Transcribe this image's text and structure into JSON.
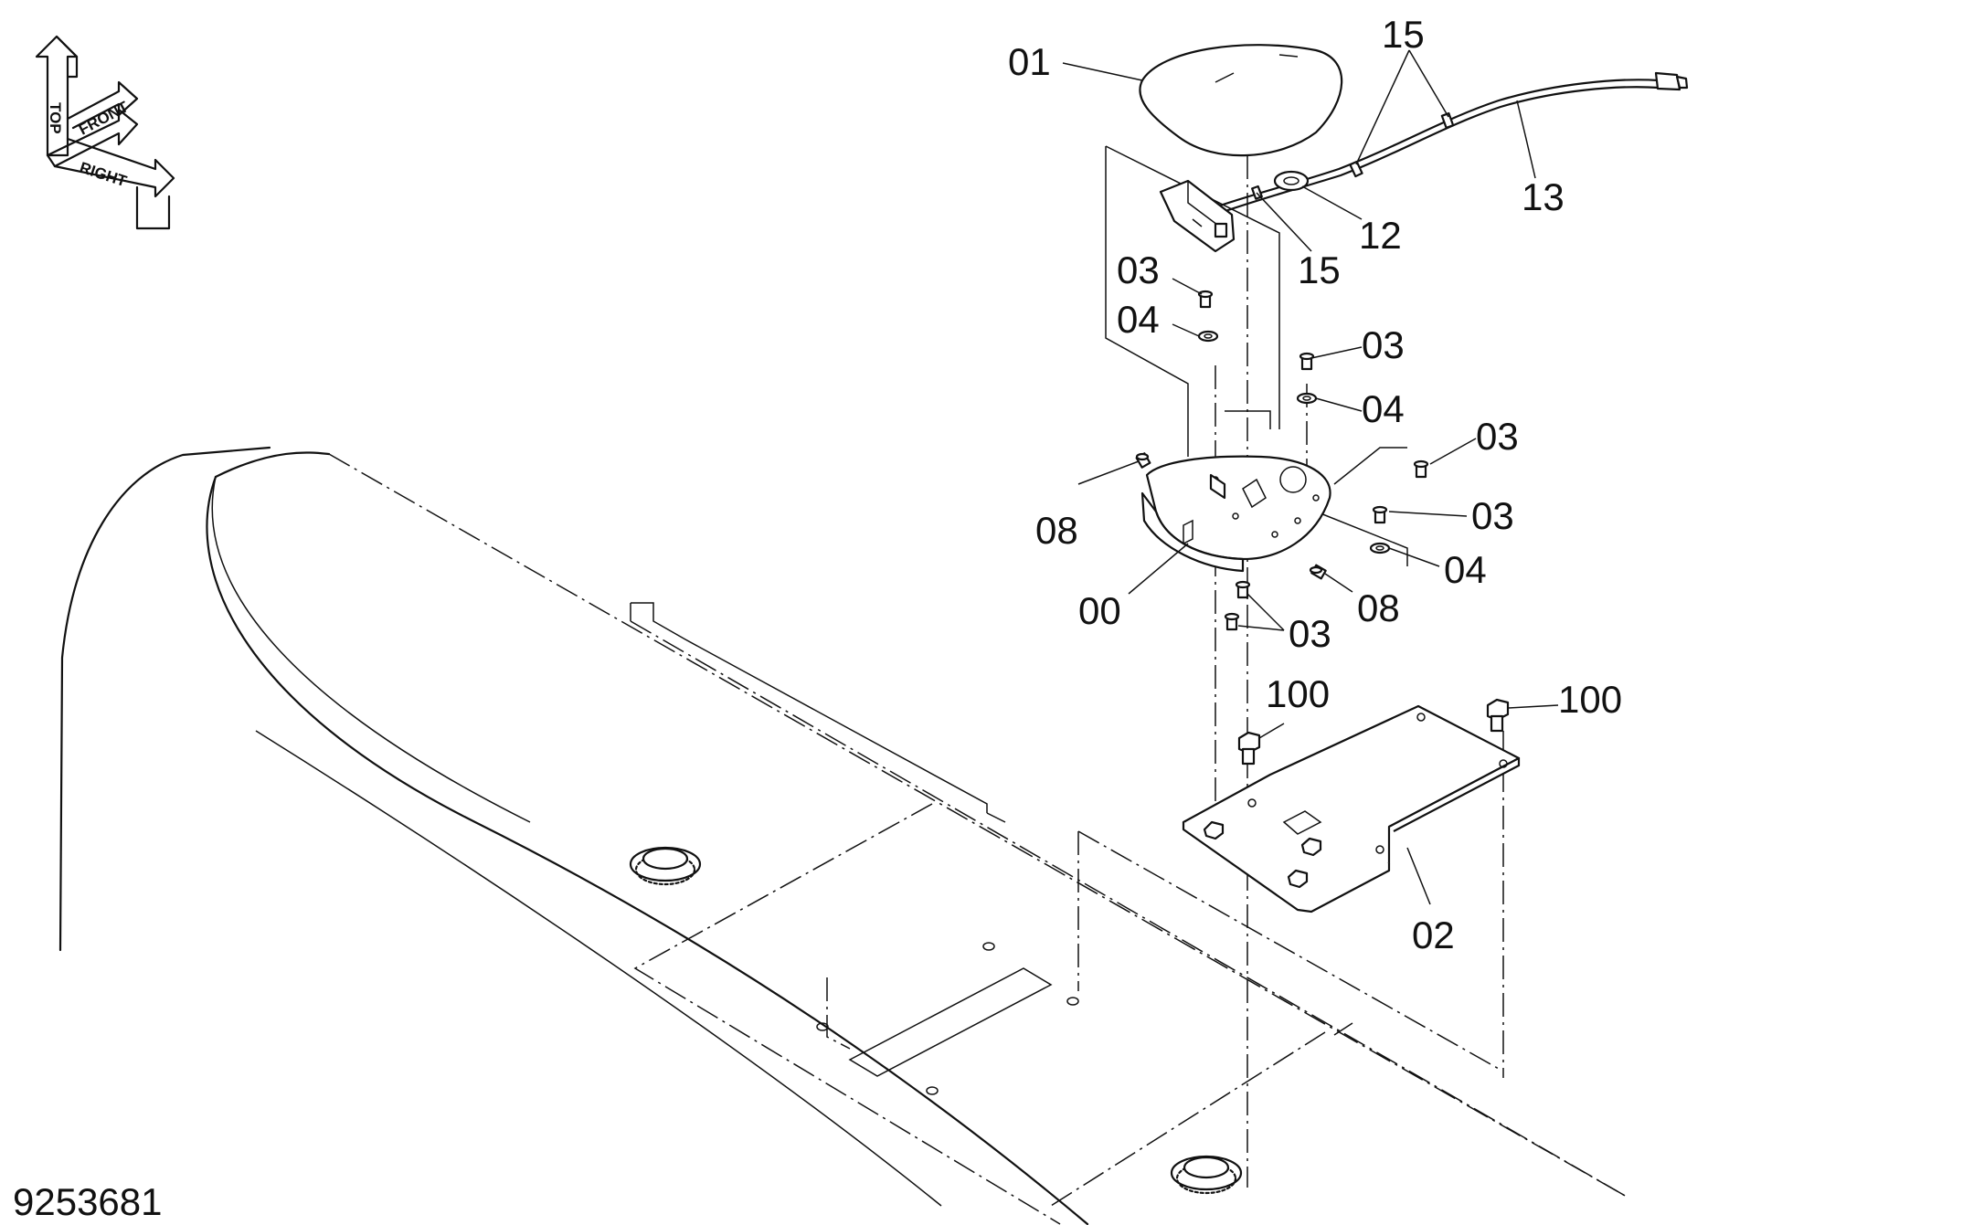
{
  "figure_id": "9253681",
  "orientation": {
    "top": "TOP",
    "front": "FRONT",
    "right": "RIGHT"
  },
  "callouts": {
    "c01": "01",
    "c15a": "15",
    "c13": "13",
    "c12": "12",
    "c15b": "15",
    "c03a": "03",
    "c04a": "04",
    "c03b": "03",
    "c04b": "04",
    "c03c": "03",
    "c03d": "03",
    "c04c": "04",
    "c08a": "08",
    "c08b": "08",
    "c00": "00",
    "c03e": "03",
    "c100a": "100",
    "c100b": "100",
    "c02": "02"
  }
}
